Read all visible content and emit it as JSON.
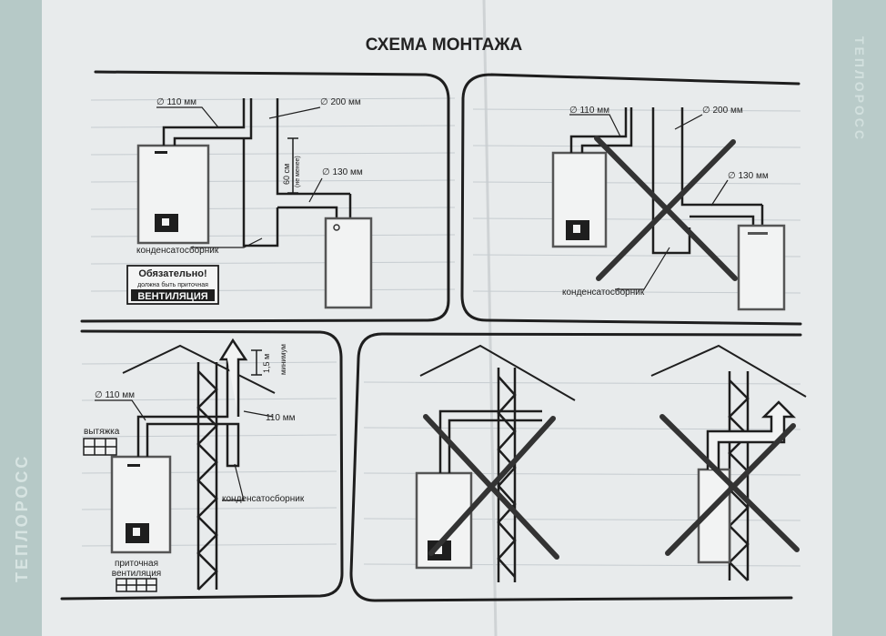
{
  "title": "СХЕМА МОНТАЖА",
  "panel_top_left": {
    "d110": "∅ 110 мм",
    "d200": "∅ 200 мм",
    "d130": "∅ 130 мм",
    "height": "60 см",
    "height_note": "(не менее)",
    "condensate": "конденсатосборник",
    "notice_line1": "Обязательно!",
    "notice_line2": "должна быть приточная",
    "notice_line3": "ВЕНТИЛЯЦИЯ"
  },
  "panel_top_right": {
    "d110": "∅ 110 мм",
    "d200": "∅ 200 мм",
    "d130": "∅ 130 мм",
    "condensate": "конденсатосборник"
  },
  "panel_bottom_left": {
    "d110": "∅ 110 мм",
    "pipe_110": "110 мм",
    "height": "1,5 м",
    "height_note": "минимум",
    "exhaust": "вытяжка",
    "condensate": "конденсатосборник",
    "supply_line1": "приточная",
    "supply_line2": "вентиляция"
  },
  "side_text": "ТЕПЛОРОСС",
  "colors": {
    "paper": "#e9eced",
    "ink": "#1e1e1e",
    "grey_rule": "#b7bdc1",
    "side_band": "#b9cbc9"
  }
}
